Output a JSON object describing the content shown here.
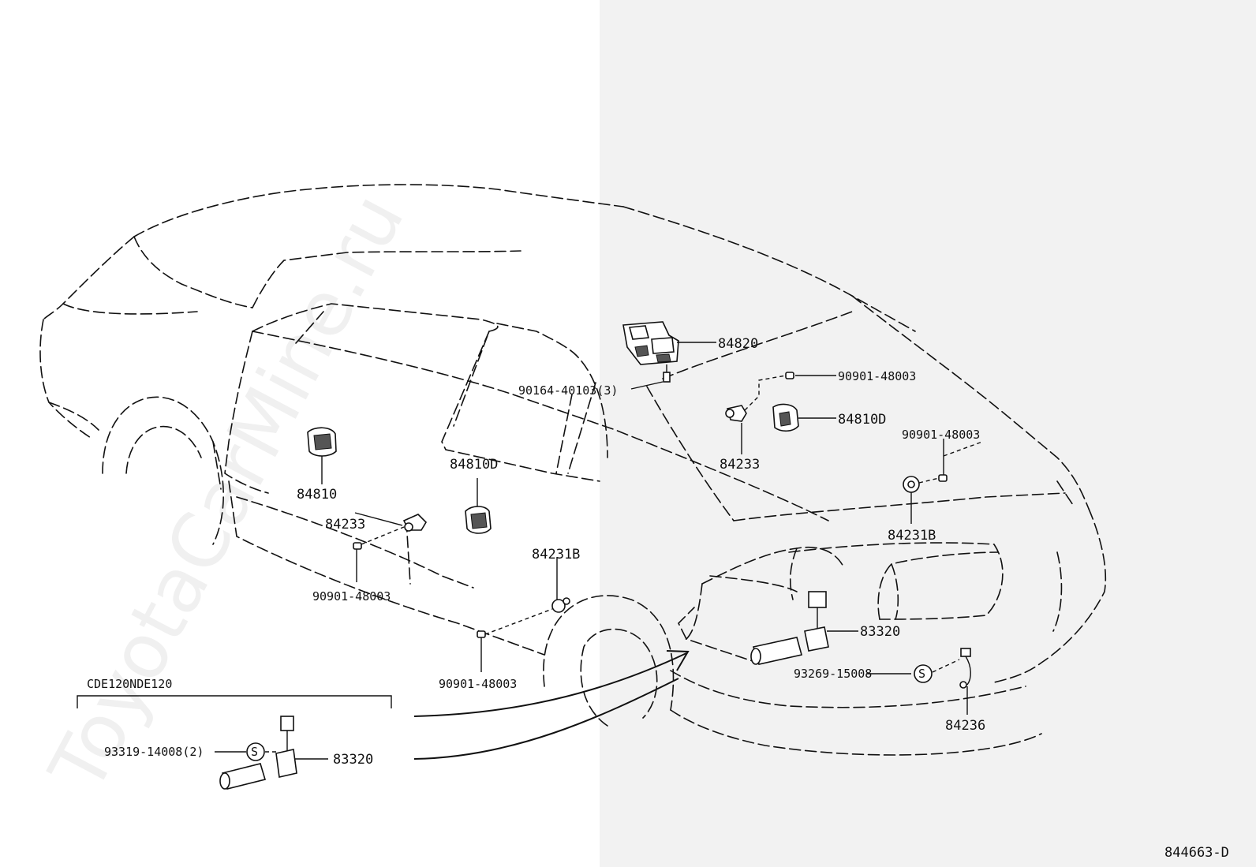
{
  "watermark": "ToyotaCarMine.ru",
  "diagram_code": "844663-D",
  "inset": {
    "title": "CDE120NDE120",
    "labels": {
      "bolt": "93319-14008(2)",
      "s_symbol": "S",
      "gauge": "83320"
    }
  },
  "labels": {
    "master_switch": "84820",
    "screw_3": "90164-40103(3)",
    "bulb_top_right": "90901-48003",
    "switch_rear_right": "84810D",
    "lamp_center_right": "84233",
    "bulb_right": "90901-48003",
    "courtesy_right": "84231B",
    "switch_front_left": "84810",
    "switch_rear_left": "84810D",
    "lamp_left": "84233",
    "bulb_left": "90901-48003",
    "courtesy_left": "84231B",
    "bulb_bottom": "90901-48003",
    "fuel_gauge": "83320",
    "s_symbol": "S",
    "bolt_right": "93269-15008",
    "sensor": "84236"
  }
}
